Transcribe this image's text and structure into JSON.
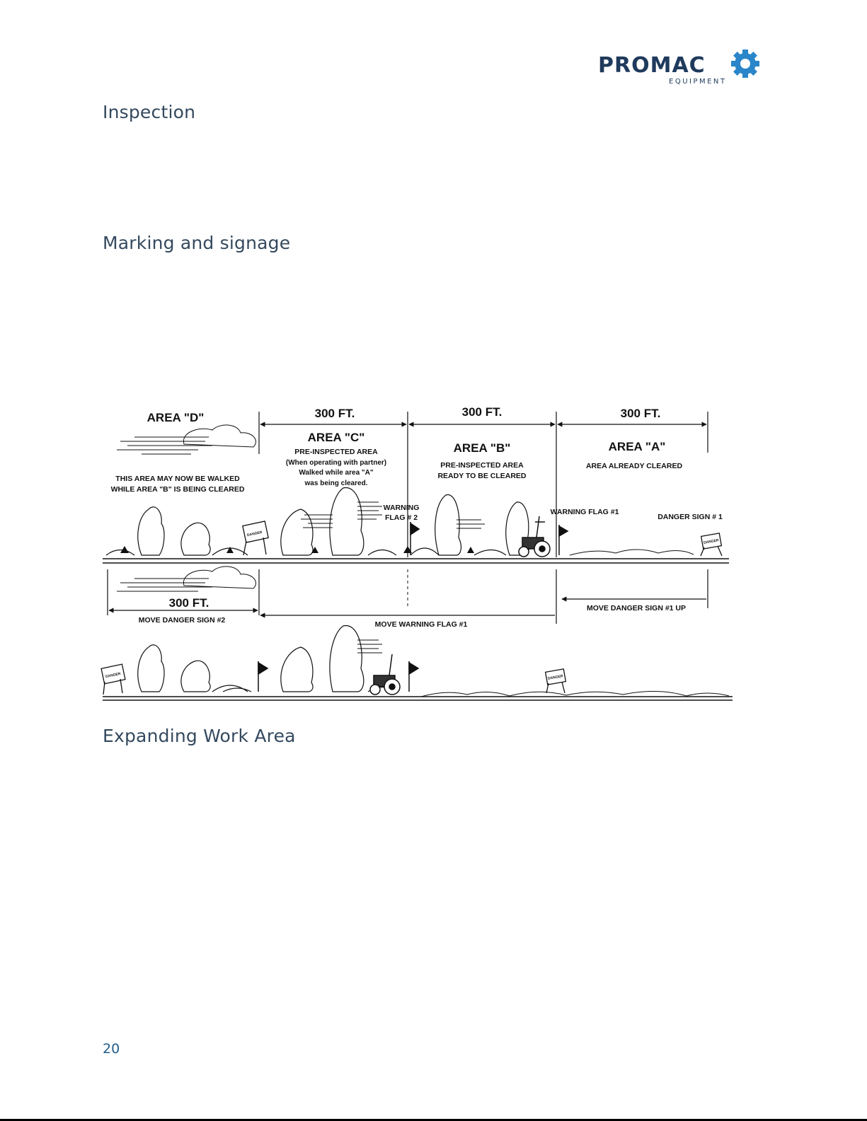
{
  "logo": {
    "brand": "PROMAC",
    "tagline": "EQUIPMENT",
    "color": "#1f3a5c",
    "accent": "#2a86c9"
  },
  "headings": {
    "inspection": "Inspection",
    "marking": "Marking and signage",
    "expanding": "Expanding Work Area"
  },
  "diagram": {
    "area_d": "AREA \"D\"",
    "area_c": "AREA \"C\"",
    "area_b": "AREA \"B\"",
    "area_a": "AREA \"A\"",
    "dim_c": "300 FT.",
    "dim_b": "300 FT.",
    "dim_a": "300 FT.",
    "d_note_1": "THIS AREA MAY NOW BE WALKED",
    "d_note_2": "WHILE AREA \"B\" IS BEING CLEARED",
    "c_note_1": "PRE-INSPECTED AREA",
    "c_note_2": "(When operating with partner)",
    "c_note_3": "Walked while area \"A\"",
    "c_note_4": "was being cleared.",
    "b_note_1": "PRE-INSPECTED AREA",
    "b_note_2": "READY TO BE CLEARED",
    "a_note": "AREA ALREADY CLEARED",
    "warning_flag_2_a": "WARNING",
    "warning_flag_2_b": "FLAG # 2",
    "warning_flag_1": "WARNING FLAG #1",
    "danger_sign_1": "DANGER SIGN # 1",
    "dim_lower": "300 FT.",
    "move_danger_2": "MOVE DANGER SIGN #2",
    "move_warning_1": "MOVE WARNING FLAG #1",
    "move_danger_1": "MOVE DANGER SIGN #1 UP",
    "sign_text": "DANGER"
  },
  "page_number": "20"
}
